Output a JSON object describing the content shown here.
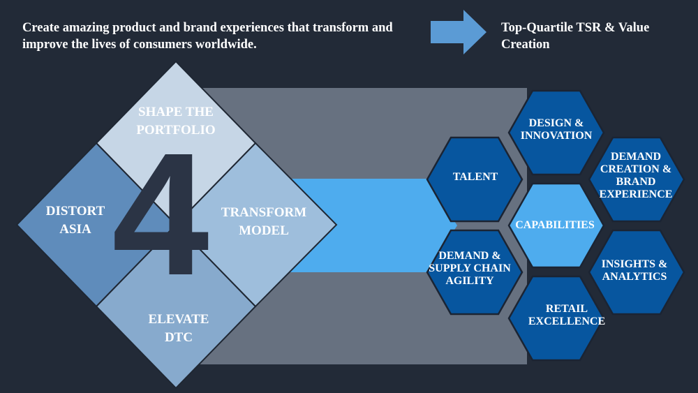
{
  "header": {
    "mission": "Create amazing product and brand experiences that transform and improve the lives of consumers worldwide.",
    "outcome": "Top-Quartile TSR & Value Creation"
  },
  "strategy": {
    "number": "4",
    "pillars": [
      {
        "id": "shape",
        "label": "SHAPE THE\nPORTFOLIO",
        "color": "#c6d6e6"
      },
      {
        "id": "transform",
        "label": "TRANSFORM\nMODEL",
        "color": "#9ebedc"
      },
      {
        "id": "asia",
        "label": "DISTORT\nASIA",
        "color": "#5f8cbb"
      },
      {
        "id": "dtc",
        "label": "ELEVATE\nDTC",
        "color": "#87aacd"
      }
    ]
  },
  "capabilities": {
    "center": "CAPABILITIES",
    "items": [
      {
        "id": "design",
        "label": "DESIGN &\nINNOVATION"
      },
      {
        "id": "talent",
        "label": "TALENT"
      },
      {
        "id": "demand-creation",
        "label": "DEMAND\nCREATION &\nBRAND\nEXPERIENCE"
      },
      {
        "id": "supply-chain",
        "label": "DEMAND &\nSUPPLY CHAIN\nAGILITY"
      },
      {
        "id": "insights",
        "label": "INSIGHTS &\nANALYTICS"
      },
      {
        "id": "retail",
        "label": "RETAIL\nEXCELLENCE"
      }
    ]
  },
  "colors": {
    "background": "#222a37",
    "gray_band": "#677180",
    "light_blue_band": "#4eacee",
    "arrow": "#5b9bd5",
    "hex_dark": "#07569f",
    "hex_center": "#4eacee",
    "hex_stroke": "#1b2433",
    "diamond_stroke": "#1f2733"
  }
}
